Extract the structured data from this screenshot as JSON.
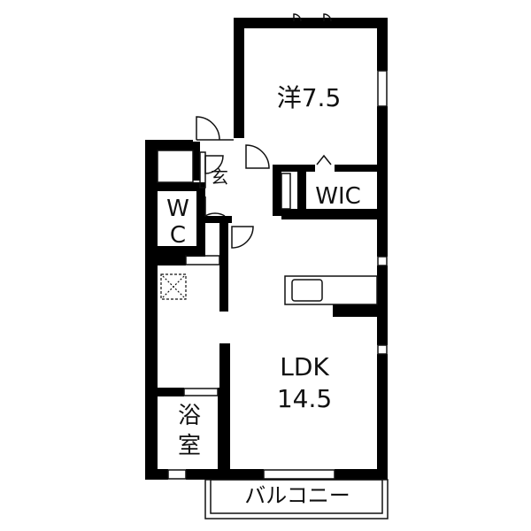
{
  "rooms": {
    "western_room": {
      "label": "洋7.5"
    },
    "wic": {
      "label": "WIC"
    },
    "entrance": {
      "label": "玄"
    },
    "toilet": {
      "label_line1": "W",
      "label_line2": "C"
    },
    "ldk": {
      "label_line1": "LDK",
      "label_line2": "14.5"
    },
    "bath": {
      "label_line1": "浴",
      "label_line2": "室"
    },
    "balcony": {
      "label": "バルコニー"
    }
  },
  "colors": {
    "wall": "#000000",
    "line": "#111111",
    "background": "#ffffff"
  }
}
